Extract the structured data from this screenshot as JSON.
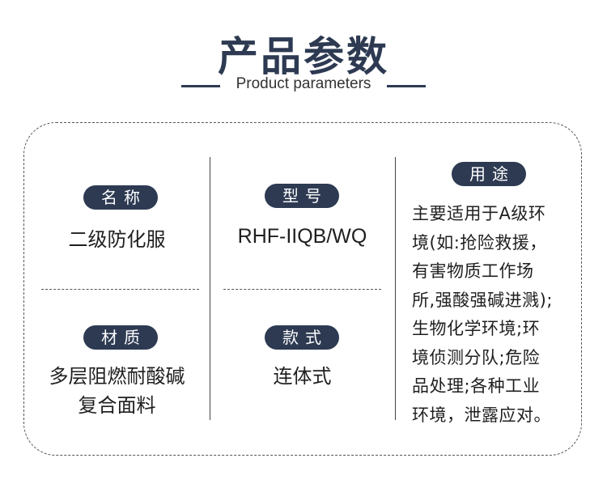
{
  "header": {
    "title": "产品参数",
    "subtitle": "Product parameters"
  },
  "params": {
    "name": {
      "label": "名称",
      "value": "二级防化服"
    },
    "model": {
      "label": "型号",
      "value": "RHF-IIQB/WQ"
    },
    "material": {
      "label": "材质",
      "value_lines": [
        "多层阻燃耐酸碱",
        "复合面料"
      ]
    },
    "style": {
      "label": "款式",
      "value": "连体式"
    },
    "usage": {
      "label": "用途",
      "lines": [
        "主要适用于A级环",
        "境(如:抢险救援，",
        "有害物质工作场",
        "所,强酸强碱进溅);",
        "生物化学环境;环",
        "境侦测分队;危险",
        "品处理;各种工业",
        "环境，泄露应对。"
      ]
    }
  },
  "colors": {
    "accent": "#2d3a52"
  }
}
